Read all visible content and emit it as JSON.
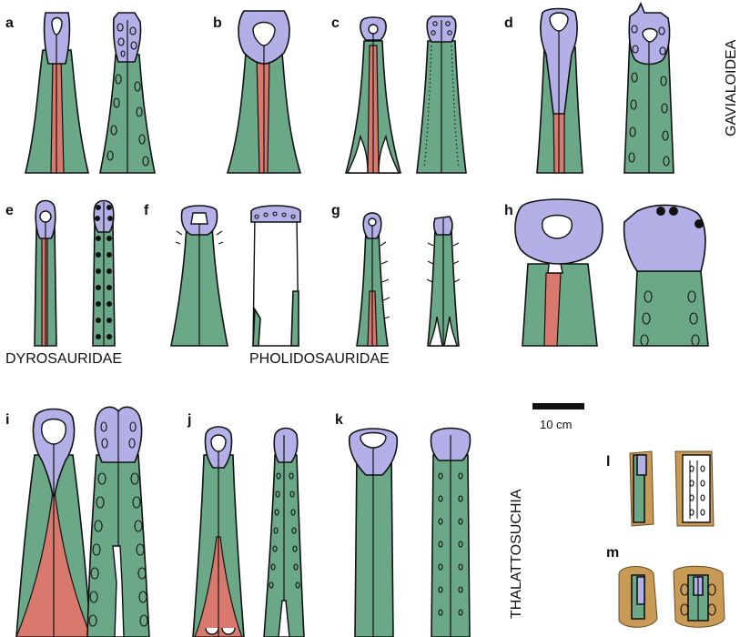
{
  "panels": {
    "a": "a",
    "b": "b",
    "c": "c",
    "d": "d",
    "e": "e",
    "f": "f",
    "g": "g",
    "h": "h",
    "i": "i",
    "j": "j",
    "k": "k",
    "l": "l",
    "m": "m"
  },
  "groups": {
    "gavialoidea": "GAVIALOIDEA",
    "dyrosauridae": "DYROSAURIDAE",
    "pholidosauridae": "PHOLIDOSAURIDAE",
    "thalattosuchia": "THALATTOSUCHIA"
  },
  "scale_bar": {
    "label": "10 cm"
  },
  "colors": {
    "premaxilla": "#b3b0e8",
    "maxilla": "#6ba888",
    "nasal": "#d9796e",
    "fossil": "#c79a55"
  }
}
